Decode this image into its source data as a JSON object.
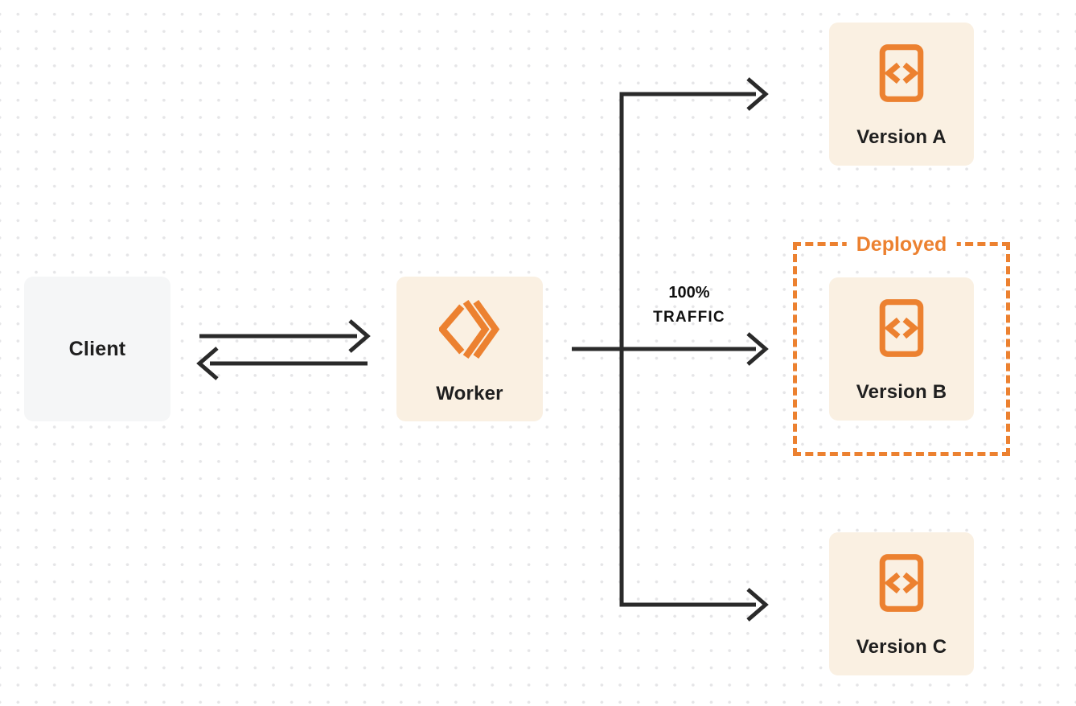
{
  "nodes": {
    "client": {
      "label": "Client"
    },
    "worker": {
      "label": "Worker"
    },
    "version_a": {
      "label": "Version A"
    },
    "version_b": {
      "label": "Version B"
    },
    "version_c": {
      "label": "Version C"
    }
  },
  "annotations": {
    "deployed_label": "Deployed",
    "traffic_line1": "100%",
    "traffic_line2": "TRAFFIC"
  },
  "icons": {
    "worker_icon": "workers-logo-icon",
    "version_icon": "code-file-icon"
  },
  "colors": {
    "accent_orange": "#EC8130",
    "node_cream": "#FAF0E2",
    "client_gray": "#F5F6F7",
    "arrow_dark": "#2A2A2A",
    "label_text": "#1F1F1F",
    "dot_grid": "#E5E5E7"
  }
}
